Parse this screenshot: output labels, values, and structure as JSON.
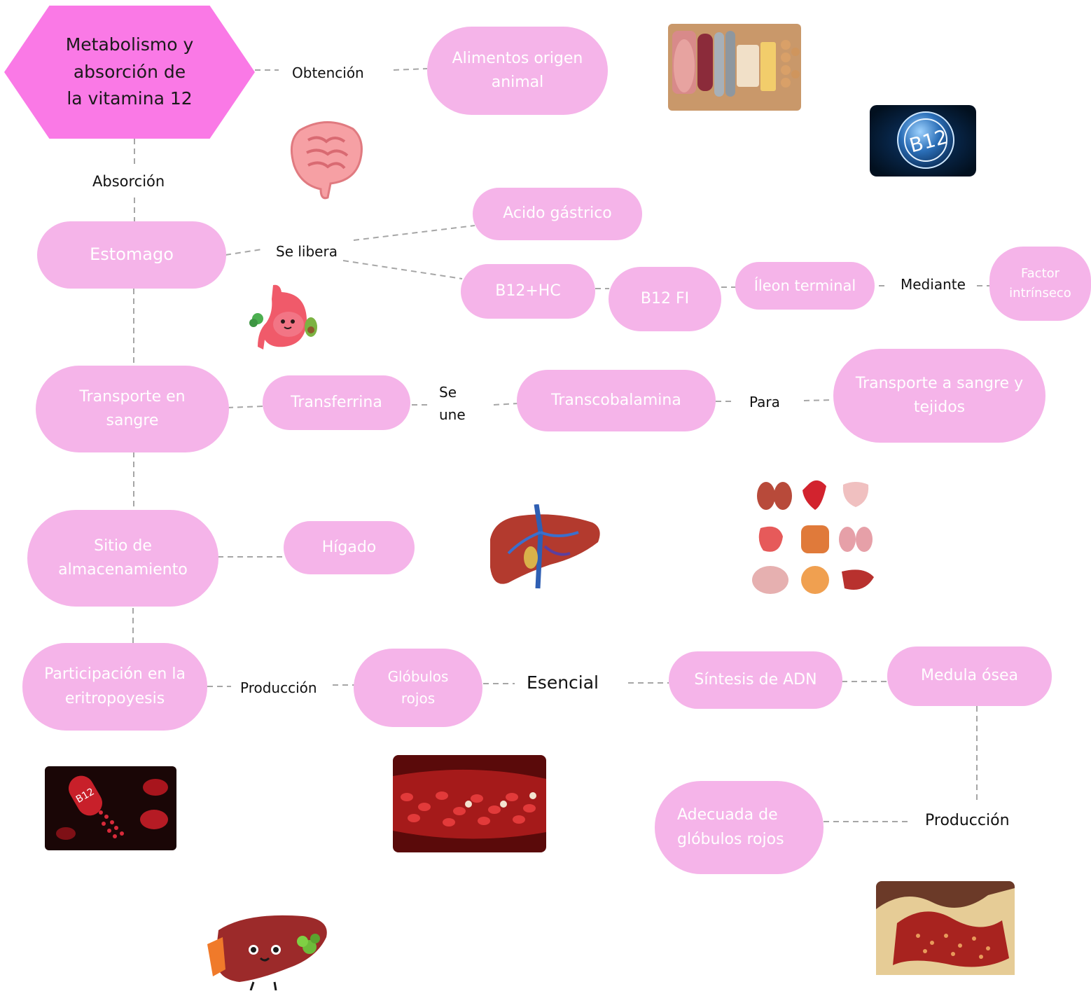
{
  "title": "Metabolismo y absorción de la vitamina 12",
  "labels": {
    "obtencion": "Obtención",
    "absorcion": "Absorción",
    "se_libera": "Se libera",
    "mediante": "Mediante",
    "se_une_1": "Se",
    "se_une_2": "une",
    "para": "Para",
    "produccion_1": "Producción",
    "esencial": "Esencial",
    "produccion_2": "Producción"
  },
  "nodes": {
    "alimentos": "Alimentos origen animal",
    "estomago": "Estomago",
    "acido": "Acido gástrico",
    "b12hc": "B12+HC",
    "b12fi": "B12 FI",
    "ileon": "Íleon terminal",
    "factor": "Factor intrínseco",
    "transporte_sangre": "Transporte en sangre",
    "transferrina": "Transferrina",
    "transcobalamina": "Transcobalamina",
    "transporte_tejidos": "Transporte a sangre y tejidos",
    "sitio": "Sitio de almacenamiento",
    "higado": "Hígado",
    "participacion": "Participación en la eritropoyesis",
    "globulos": "Glóbulos rojos",
    "sintesis": "Síntesis de ADN",
    "medula": "Medula ósea",
    "adecuada": "Adecuada de glóbulos rojos"
  },
  "images": {
    "food": "food-photo-icon",
    "b12": "b12-sphere-icon",
    "intestine": "intestine-cartoon-icon",
    "stomach": "stomach-cartoon-icon",
    "liver": "liver-anatomy-icon",
    "organs": "organs-grid-icon",
    "capsule": "b12-capsule-photo-icon",
    "vessel": "blood-vessel-photo-icon",
    "liver_cartoon": "liver-cartoon-icon",
    "bone": "bone-marrow-photo-icon"
  },
  "colors": {
    "node": "#f5b4e9",
    "title": "#fa79e6",
    "connector": "#a6a6a6"
  }
}
